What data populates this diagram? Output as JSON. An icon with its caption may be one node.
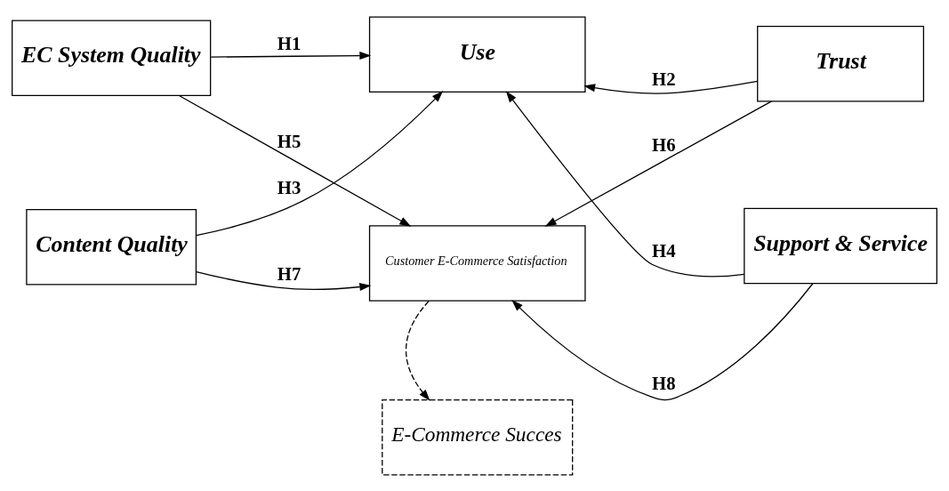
{
  "diagram": {
    "nodes": [
      {
        "text": [
          "EC System Quality"
        ]
      },
      {
        "text": [
          "Use"
        ]
      },
      {
        "text": [
          "Trust"
        ]
      },
      {
        "text": [
          "Content Quality"
        ]
      },
      {
        "text": [
          "Customer E-Commerce Satisfaction"
        ]
      },
      {
        "text": [
          "Support & Service"
        ]
      },
      {
        "text": [
          "E-Commerce Succes"
        ]
      }
    ],
    "edges": [
      {
        "from": 0,
        "to": 1,
        "arrow": "to",
        "label": "H1"
      },
      {
        "from": 2,
        "to": 1,
        "arrow": "to",
        "label": "H2"
      },
      {
        "from": 0,
        "to": 4,
        "arrow": "to",
        "label": "H5"
      },
      {
        "from": 2,
        "to": 4,
        "arrow": "to",
        "label": "H6"
      },
      {
        "from": 3,
        "to": 1,
        "arrow": "to",
        "label": "H3"
      },
      {
        "from": 5,
        "to": 1,
        "arrow": "to",
        "label": "H4"
      },
      {
        "from": 3,
        "to": 4,
        "arrow": "to",
        "label": "H7"
      },
      {
        "from": 5,
        "to": 4,
        "arrow": "to",
        "label": "H8"
      },
      {
        "from": 4,
        "to": 6,
        "arrow": "to",
        "style": "dashed"
      }
    ]
  }
}
